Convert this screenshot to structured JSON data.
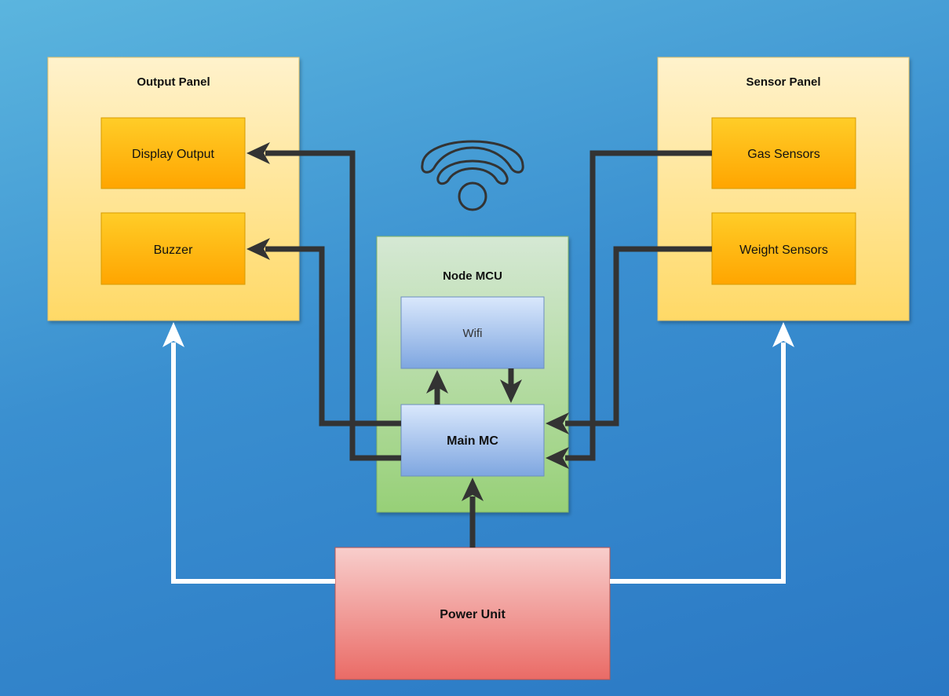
{
  "output_panel": {
    "title": "Output Panel",
    "display_output": "Display Output",
    "buzzer": "Buzzer"
  },
  "sensor_panel": {
    "title": "Sensor Panel",
    "gas_sensors": "Gas Sensors",
    "weight_sensors": "Weight Sensors"
  },
  "node_mcu": {
    "title": "Node MCU",
    "wifi": "Wifi",
    "main_mc": "Main MC"
  },
  "power_unit": "Power Unit",
  "icons": [
    "wifi-icon"
  ],
  "colors": {
    "panel_fill": "#fee6a0",
    "module_fill": "#ffb400",
    "mcu_fill": "#b7dba1",
    "inner_fill": "#b8cce8",
    "power_fill": "#f3a0a0",
    "data_line": "#333333",
    "power_line": "#ffffff"
  }
}
